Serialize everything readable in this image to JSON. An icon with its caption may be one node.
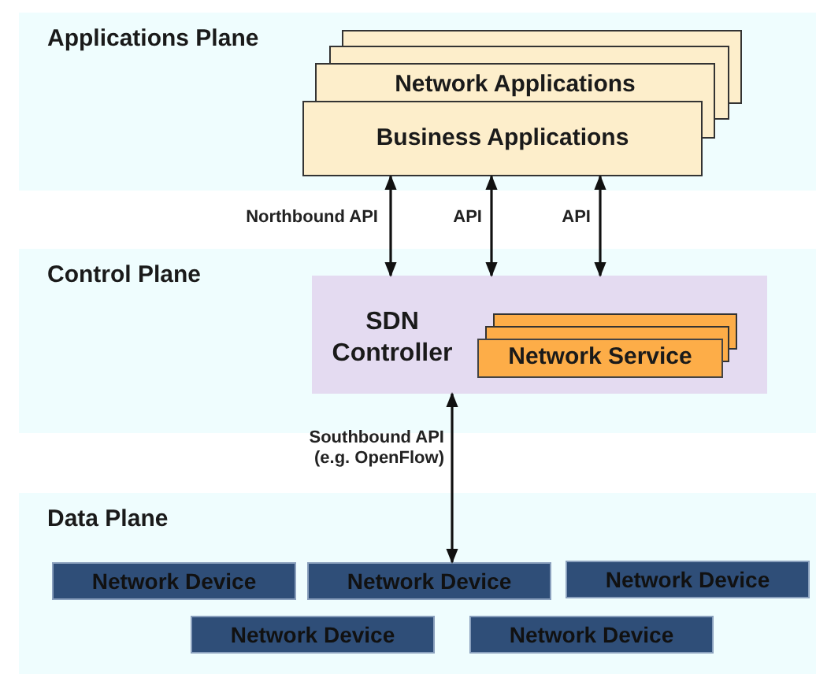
{
  "diagram": {
    "nodes": [
      {
        "text": [
          "Applications Plane"
        ]
      },
      {
        "text": [
          "Network Applications"
        ],
        "in": 0
      },
      {
        "text": [
          "Business Applications"
        ],
        "in": 0
      },
      {
        "text": [
          "Control Plane"
        ]
      },
      {
        "text": [
          "SDN Controller"
        ],
        "in": 3
      },
      {
        "text": [
          "Network Service"
        ],
        "in": 4
      },
      {
        "text": [
          "Data Plane"
        ]
      },
      {
        "text": [
          "Network Device"
        ],
        "in": 6
      },
      {
        "text": [
          "Network Device"
        ],
        "in": 6
      },
      {
        "text": [
          "Network Device"
        ],
        "in": 6
      },
      {
        "text": [
          "Network Device"
        ],
        "in": 6
      },
      {
        "text": [
          "Network Device"
        ],
        "in": 6
      }
    ],
    "edges": [
      {
        "from": 2,
        "to": 4,
        "arrow": "both",
        "label": "Northbound API"
      },
      {
        "from": 2,
        "to": 4,
        "arrow": "both",
        "label": "API"
      },
      {
        "from": 2,
        "to": 4,
        "arrow": "both",
        "label": "API"
      },
      {
        "from": 4,
        "to": 8,
        "arrow": "both",
        "label": "Southbound API (e.g. OpenFlow)"
      }
    ]
  }
}
